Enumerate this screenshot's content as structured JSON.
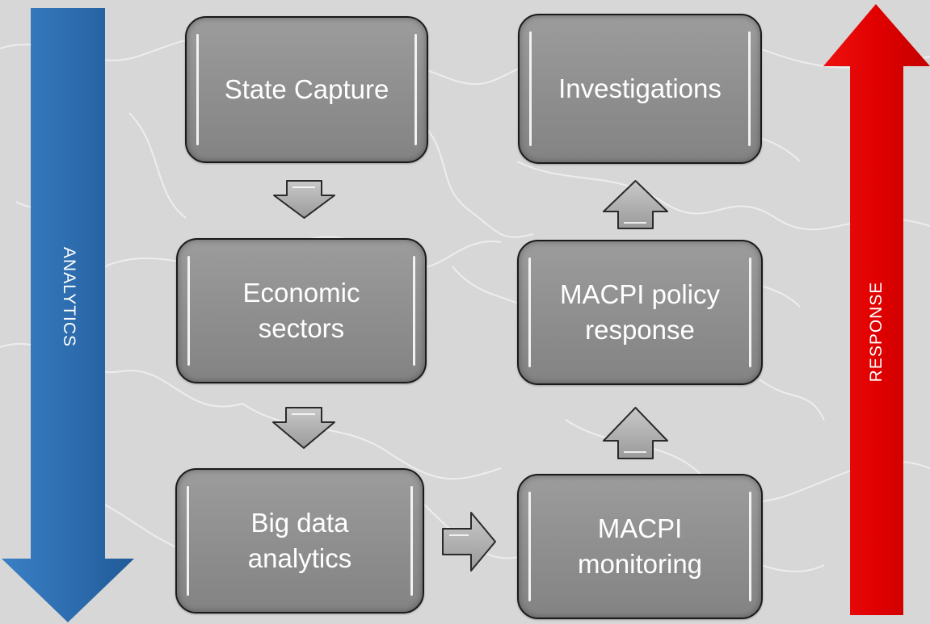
{
  "boxes": {
    "state_capture": "State Capture",
    "economic_sectors": "Economic\nsectors",
    "big_data": "Big data\nanalytics",
    "investigations": "Investigations",
    "policy_response": "MACPI policy\nresponse",
    "monitoring": "MACPI\nmonitoring"
  },
  "side": {
    "left": "ANALYTICS",
    "right": "RESPONSE"
  },
  "colors": {
    "left_arrow": "#2e6eb0",
    "right_arrow": "#e00000",
    "box_fill": "#8e8e8e"
  }
}
